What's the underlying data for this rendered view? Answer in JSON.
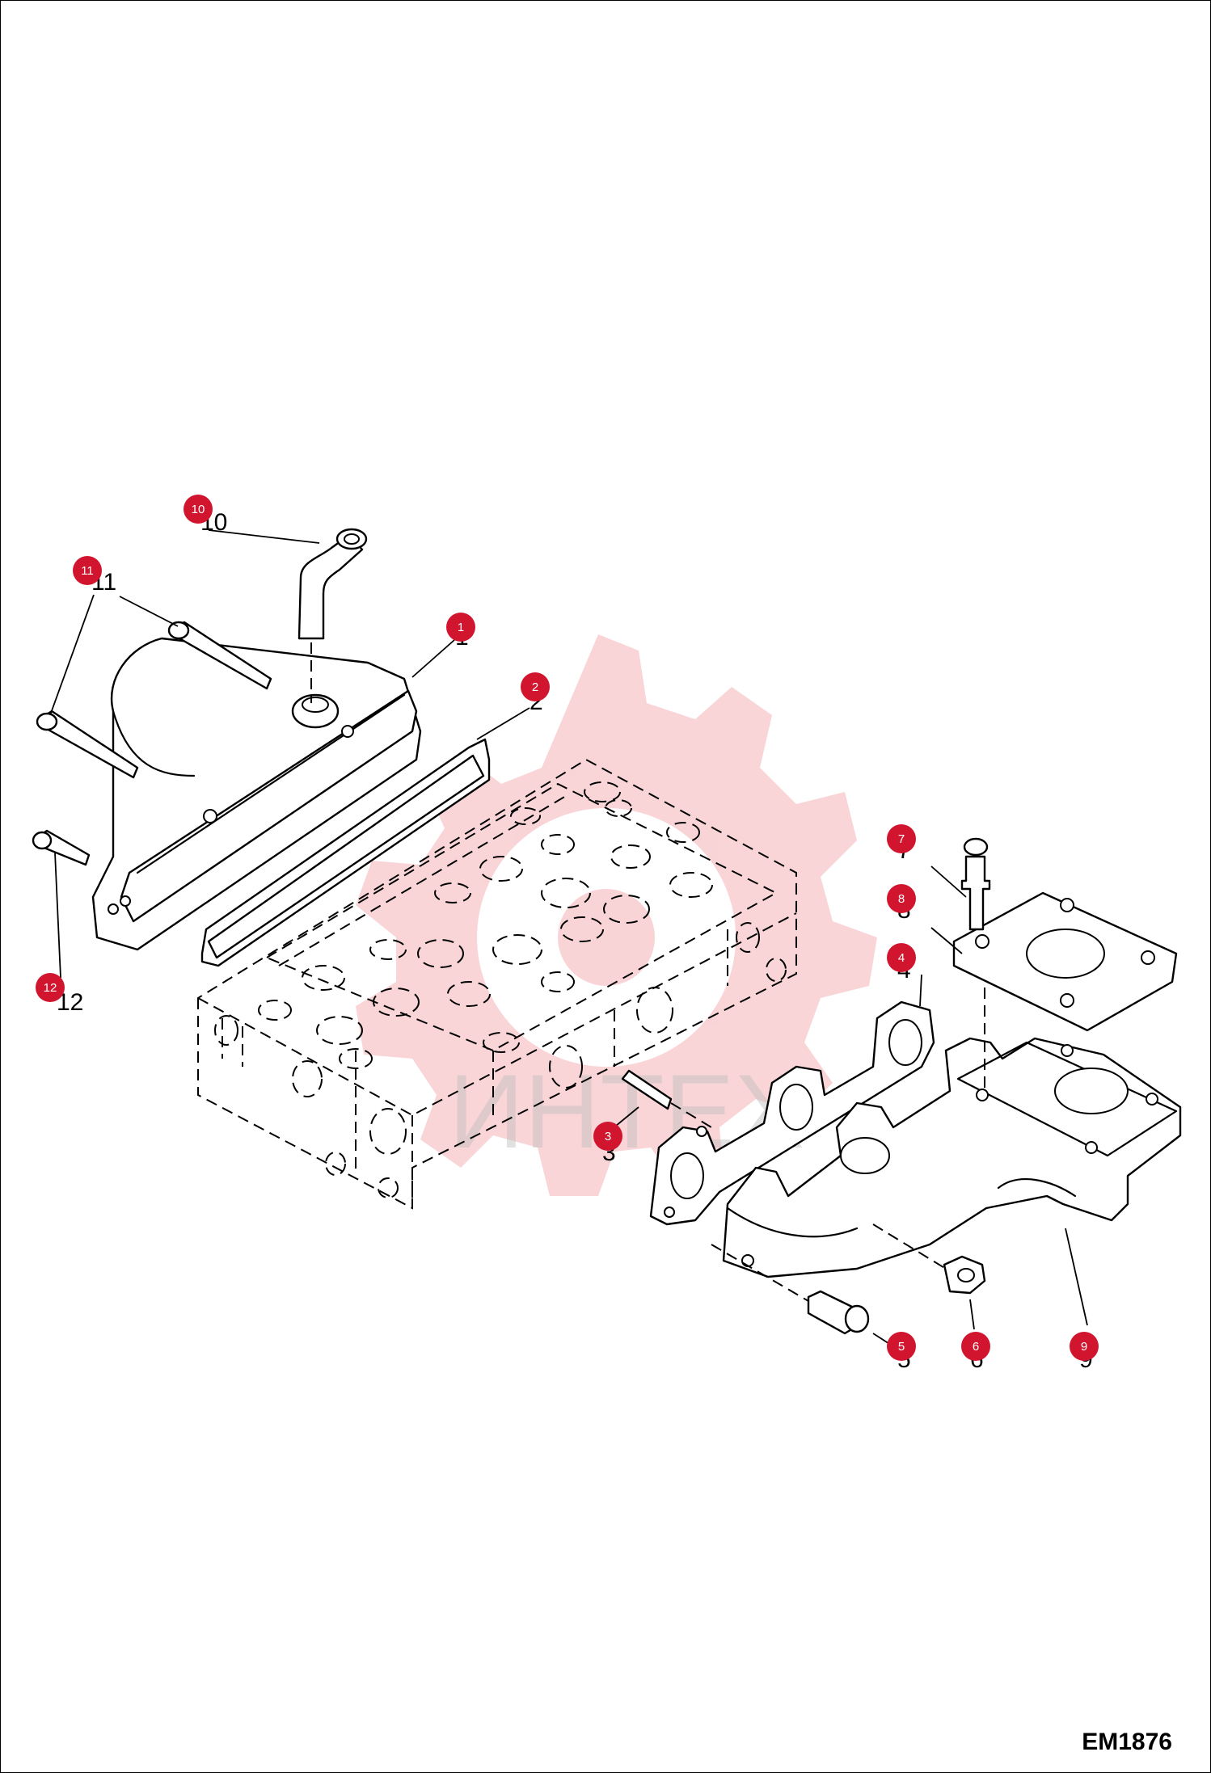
{
  "document_code": "EM1876",
  "watermark": {
    "text": "ИНТЕХ",
    "color": "#e8424f"
  },
  "callouts": [
    {
      "num": "1",
      "label": "1"
    },
    {
      "num": "2",
      "label": "2"
    },
    {
      "num": "3",
      "label": "3"
    },
    {
      "num": "4",
      "label": "4"
    },
    {
      "num": "5",
      "label": "5"
    },
    {
      "num": "6",
      "label": "6"
    },
    {
      "num": "7",
      "label": "7"
    },
    {
      "num": "8",
      "label": "8"
    },
    {
      "num": "9",
      "label": "9"
    },
    {
      "num": "10",
      "label": "10"
    },
    {
      "num": "11",
      "label": "11"
    },
    {
      "num": "12",
      "label": "12"
    }
  ],
  "colors": {
    "callout_fill": "#d2152f",
    "line": "#000000"
  }
}
